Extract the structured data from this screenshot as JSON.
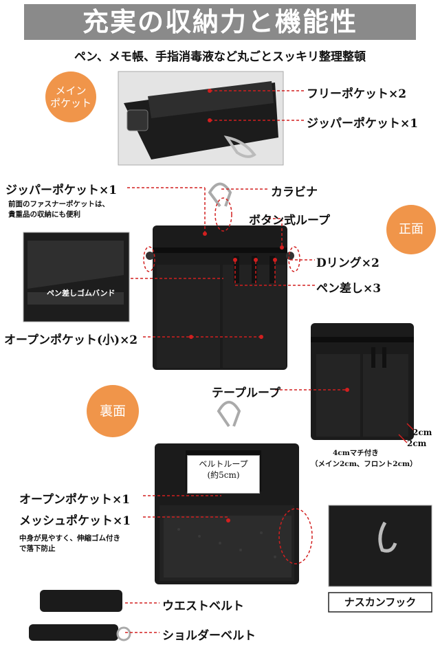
{
  "banner": {
    "title": "充実の収納力と機能性"
  },
  "subtitle": "ペン、メモ帳、手指消毒液など丸ごとスッキリ整理整頓",
  "badges": {
    "main_pocket": "メイン\nポケット",
    "front": "正面",
    "back": "裏面"
  },
  "labels": {
    "free_pocket": "フリーポケット×2",
    "zip_pocket_main": "ジッパーポケット×1",
    "zip_pocket_front": "ジッパーポケット×1",
    "zip_pocket_note": "前面のファスナーポケットは、\n貴重品の収納にも便利",
    "carabiner": "カラビナ",
    "button_loop": "ボタン式ループ",
    "d_ring": "Dリング×2",
    "pen_holder": "ペン差し×3",
    "pen_band": "ペン差しゴムバンド",
    "open_pocket_small": "オープンポケット(小)×2",
    "tape_loop": "テープループ",
    "gusset_title": "4cmマチ付き",
    "gusset_detail": "（メイン2cm、フロント2cm）",
    "dim_a": "2cm",
    "dim_b": "2cm",
    "belt_loop": "ベルトループ\n(約5cm)",
    "open_pocket_back": "オープンポケット×1",
    "mesh_pocket": "メッシュポケット×1",
    "mesh_note": "中身が見やすく、伸縮ゴム付き\nで落下防止",
    "waist_belt": "ウエストベルト",
    "shoulder_belt": "ショルダーベルト",
    "snap_hook": "ナスカンフック"
  },
  "colors": {
    "banner": "#8a8a8a",
    "badge": "#f0954a",
    "leader": "#d21f1f",
    "bag": "#1b1b1b"
  }
}
